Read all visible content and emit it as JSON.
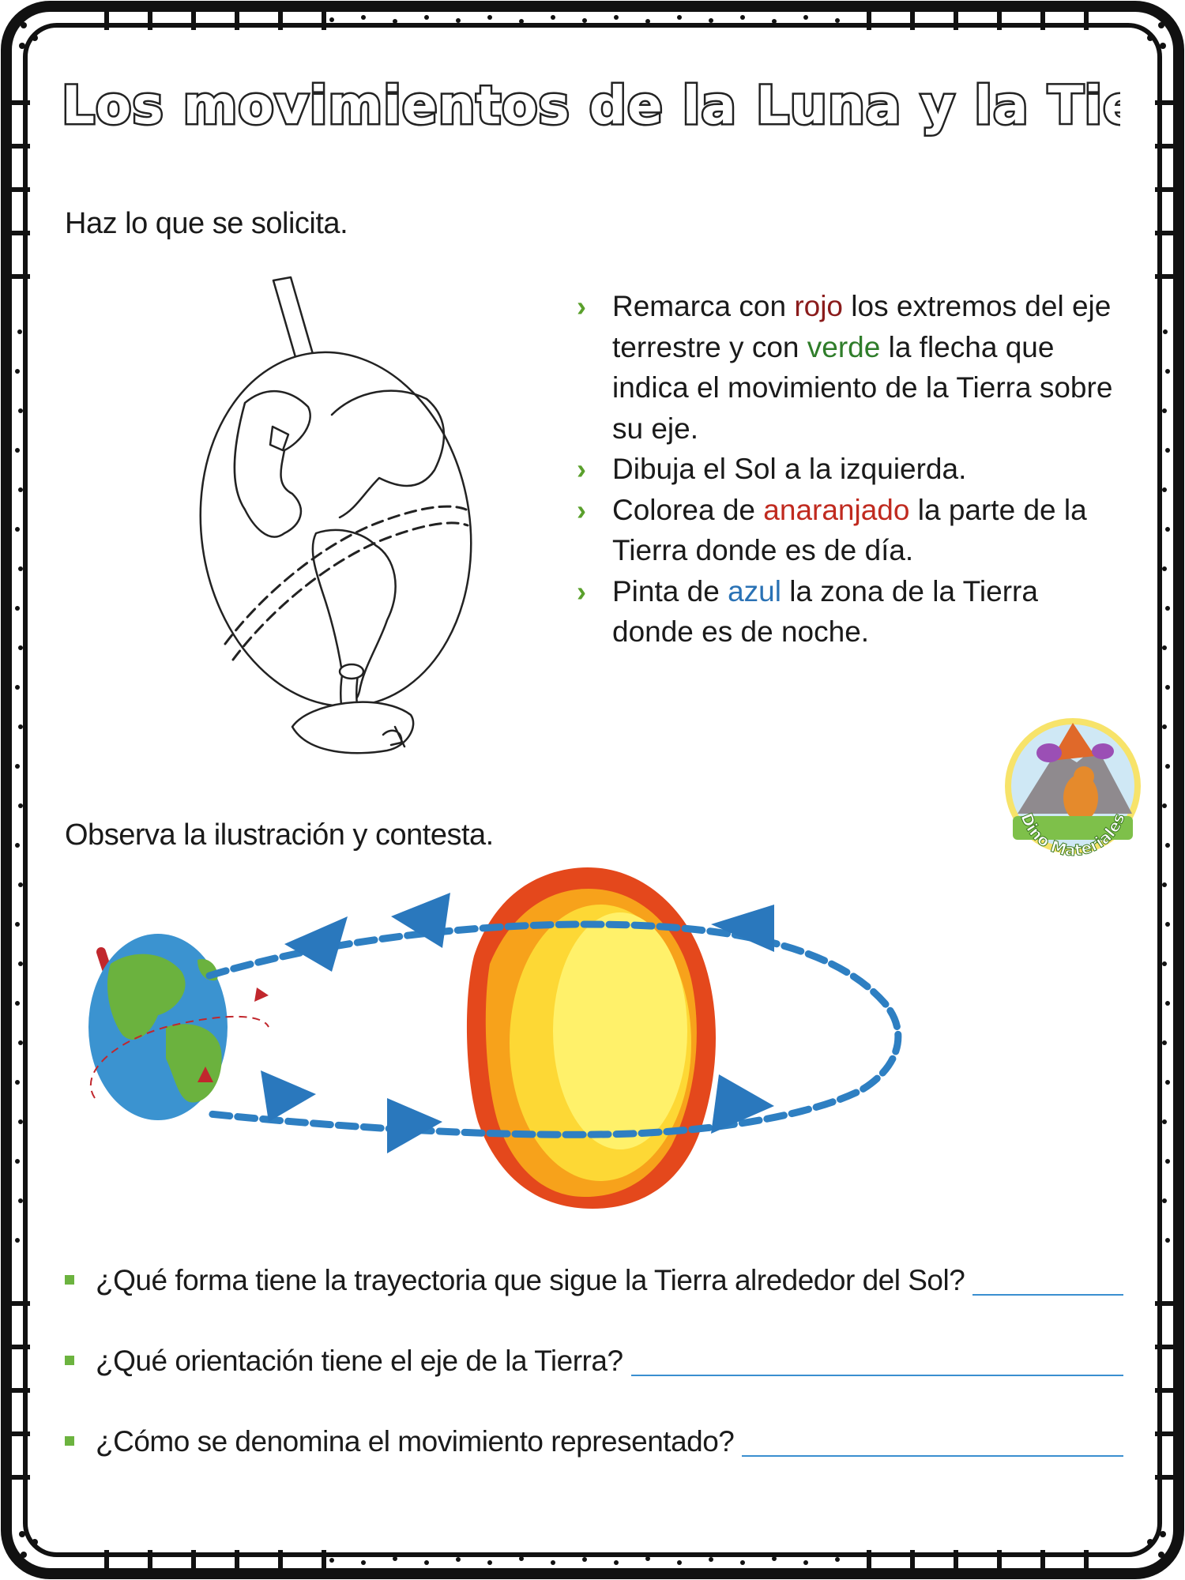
{
  "title": "Los movimientos de la Luna y la Tierra",
  "section1": {
    "heading": "Haz lo que se solicita.",
    "instructions": [
      {
        "before": "Remarca con ",
        "highlight1": "rojo",
        "middle": " los extremos del eje terrestre y con ",
        "highlight2": "verde",
        "after": " la flecha que indica el movimiento de la Tierra sobre su eje."
      },
      {
        "text": "Dibuja el Sol a la izquierda."
      },
      {
        "before": "Colorea de ",
        "highlight": "anaranjado",
        "after": " la parte de la Tierra donde es de día."
      },
      {
        "before": "Pinta de ",
        "highlight": "azul",
        "after": " la zona de la Tierra donde es de noche."
      }
    ],
    "bullet_symbol": "›"
  },
  "section2": {
    "heading": "Observa la ilustración y contesta.",
    "questions": [
      "¿Qué forma tiene la trayectoria que sigue la Tierra alrededor del Sol?",
      "¿Qué orientación tiene el eje de la Tierra?",
      "¿Cómo se denomina el movimiento representado?"
    ]
  },
  "logo": {
    "text": "Dino Materiales",
    "icon": "dinosaur-volcano-logo"
  },
  "colors": {
    "red": "#8a1c1c",
    "green": "#2f7d2a",
    "orange": "#c02a1f",
    "blue": "#2a72b5",
    "bullet": "#5aa02c",
    "orbit": "#2e7fc2"
  }
}
